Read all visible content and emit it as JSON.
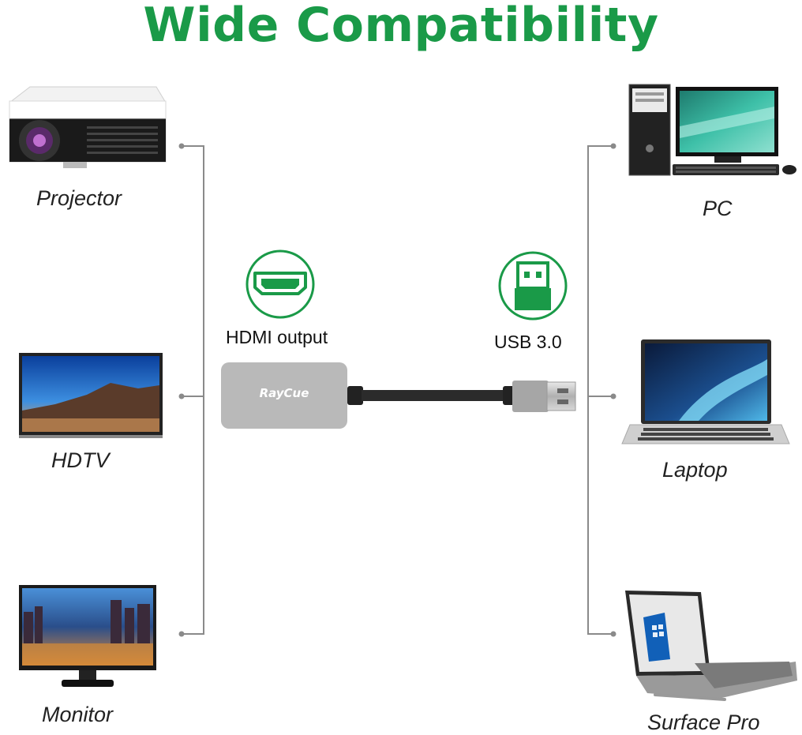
{
  "title": "Wide Compatibility",
  "left_devices": [
    {
      "label": "Projector",
      "icon": "projector-icon"
    },
    {
      "label": "HDTV",
      "icon": "hdtv-icon"
    },
    {
      "label": "Monitor",
      "icon": "monitor-icon"
    }
  ],
  "right_devices": [
    {
      "label": "PC",
      "icon": "desktop-pc-icon"
    },
    {
      "label": "Laptop",
      "icon": "laptop-icon"
    },
    {
      "label": "Surface Pro",
      "icon": "surface-pro-icon"
    }
  ],
  "ports": {
    "hdmi_label": "HDMI output",
    "usb_label": "USB 3.0"
  },
  "adapter": {
    "brand": "RayCue"
  },
  "colors": {
    "accent": "#1a9a48",
    "connector_line": "#8a8a8a",
    "adapter_body": "#b9b9b9"
  }
}
